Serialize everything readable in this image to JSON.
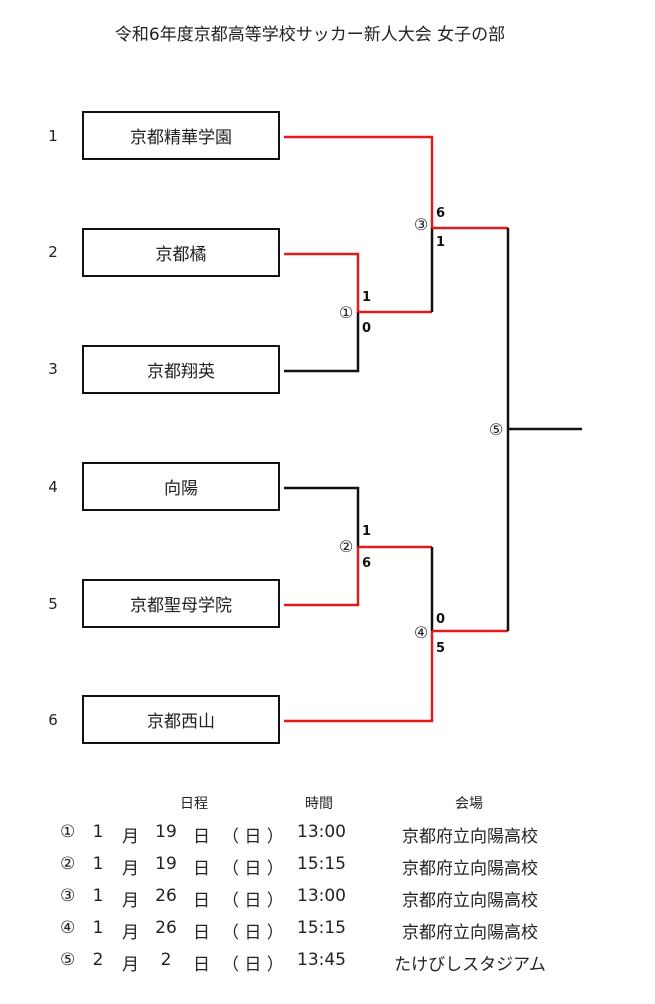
{
  "title": "令和6年度京都高等学校サッカー新人大会 女子の部",
  "teams": [
    {
      "seed": "1",
      "name": "京都精華学園"
    },
    {
      "seed": "2",
      "name": "京都橘"
    },
    {
      "seed": "3",
      "name": "京都翔英"
    },
    {
      "seed": "4",
      "name": "向陽"
    },
    {
      "seed": "5",
      "name": "京都聖母学院"
    },
    {
      "seed": "6",
      "name": "京都西山"
    }
  ],
  "matches": [
    {
      "id": "①",
      "score_top": "1",
      "score_bottom": "0"
    },
    {
      "id": "②",
      "score_top": "1",
      "score_bottom": "6"
    },
    {
      "id": "③",
      "score_top": "6",
      "score_bottom": "1"
    },
    {
      "id": "④",
      "score_top": "0",
      "score_bottom": "5"
    },
    {
      "id": "⑤"
    }
  ],
  "colors": {
    "winner_line": "#e01b1b",
    "line": "#111111"
  },
  "schedule": {
    "headers": {
      "date": "日程",
      "time": "時間",
      "venue": "会場"
    },
    "rows": [
      {
        "no": "①",
        "month": "1",
        "month_unit": "月",
        "day": "19",
        "day_unit": "日",
        "weekday": "（ 日 ）",
        "time": "13:00",
        "venue": "京都府立向陽高校"
      },
      {
        "no": "②",
        "month": "1",
        "month_unit": "月",
        "day": "19",
        "day_unit": "日",
        "weekday": "（ 日 ）",
        "time": "15:15",
        "venue": "京都府立向陽高校"
      },
      {
        "no": "③",
        "month": "1",
        "month_unit": "月",
        "day": "26",
        "day_unit": "日",
        "weekday": "（ 日 ）",
        "time": "13:00",
        "venue": "京都府立向陽高校"
      },
      {
        "no": "④",
        "month": "1",
        "month_unit": "月",
        "day": "26",
        "day_unit": "日",
        "weekday": "（ 日 ）",
        "time": "15:15",
        "venue": "京都府立向陽高校"
      },
      {
        "no": "⑤",
        "month": "2",
        "month_unit": "月",
        "day": "2",
        "day_unit": "日",
        "weekday": "（ 日 ）",
        "time": "13:45",
        "venue": "たけびしスタジアム"
      }
    ]
  }
}
